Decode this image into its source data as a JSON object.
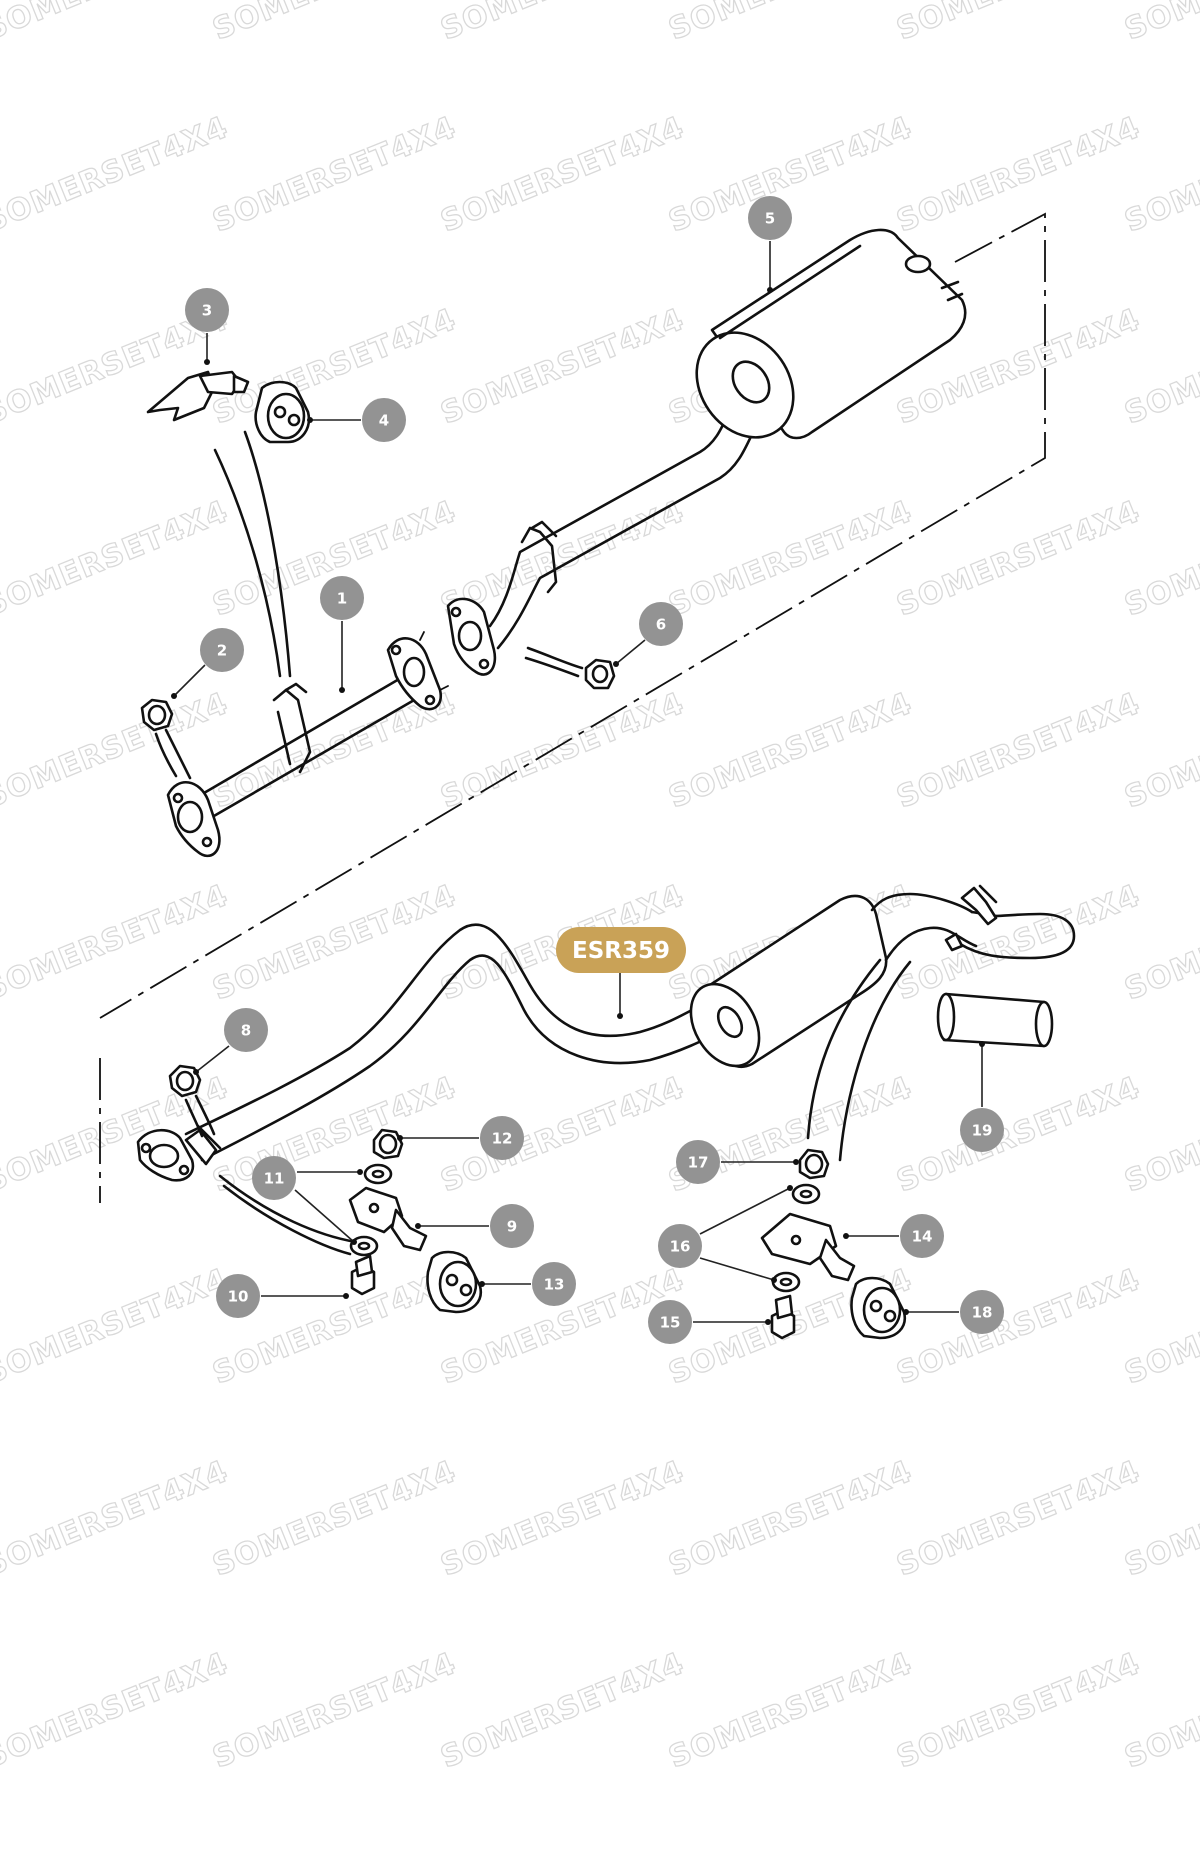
{
  "watermark": {
    "text": "SOMERSET4X4"
  },
  "part_reference": {
    "code": "ESR359"
  },
  "callouts": [
    {
      "number": "1",
      "target": "front-pipe"
    },
    {
      "number": "2",
      "target": "nut-front-flange"
    },
    {
      "number": "3",
      "target": "bracket-front-mount"
    },
    {
      "number": "4",
      "target": "rubber-mount-upper"
    },
    {
      "number": "5",
      "target": "intermediate-silencer"
    },
    {
      "number": "6",
      "target": "nut-intermediate-flange"
    },
    {
      "number": "8",
      "target": "nut-rear-flange"
    },
    {
      "number": "9",
      "target": "bracket-rear-left"
    },
    {
      "number": "10",
      "target": "bolt-left"
    },
    {
      "number": "11",
      "target": "washers-left"
    },
    {
      "number": "12",
      "target": "nut-left"
    },
    {
      "number": "13",
      "target": "rubber-mount-left"
    },
    {
      "number": "14",
      "target": "bracket-rear-right"
    },
    {
      "number": "15",
      "target": "bolt-right"
    },
    {
      "number": "16",
      "target": "washers-right"
    },
    {
      "number": "17",
      "target": "nut-right"
    },
    {
      "number": "18",
      "target": "rubber-mount-right"
    },
    {
      "number": "19",
      "target": "tail-pipe-trim"
    }
  ]
}
